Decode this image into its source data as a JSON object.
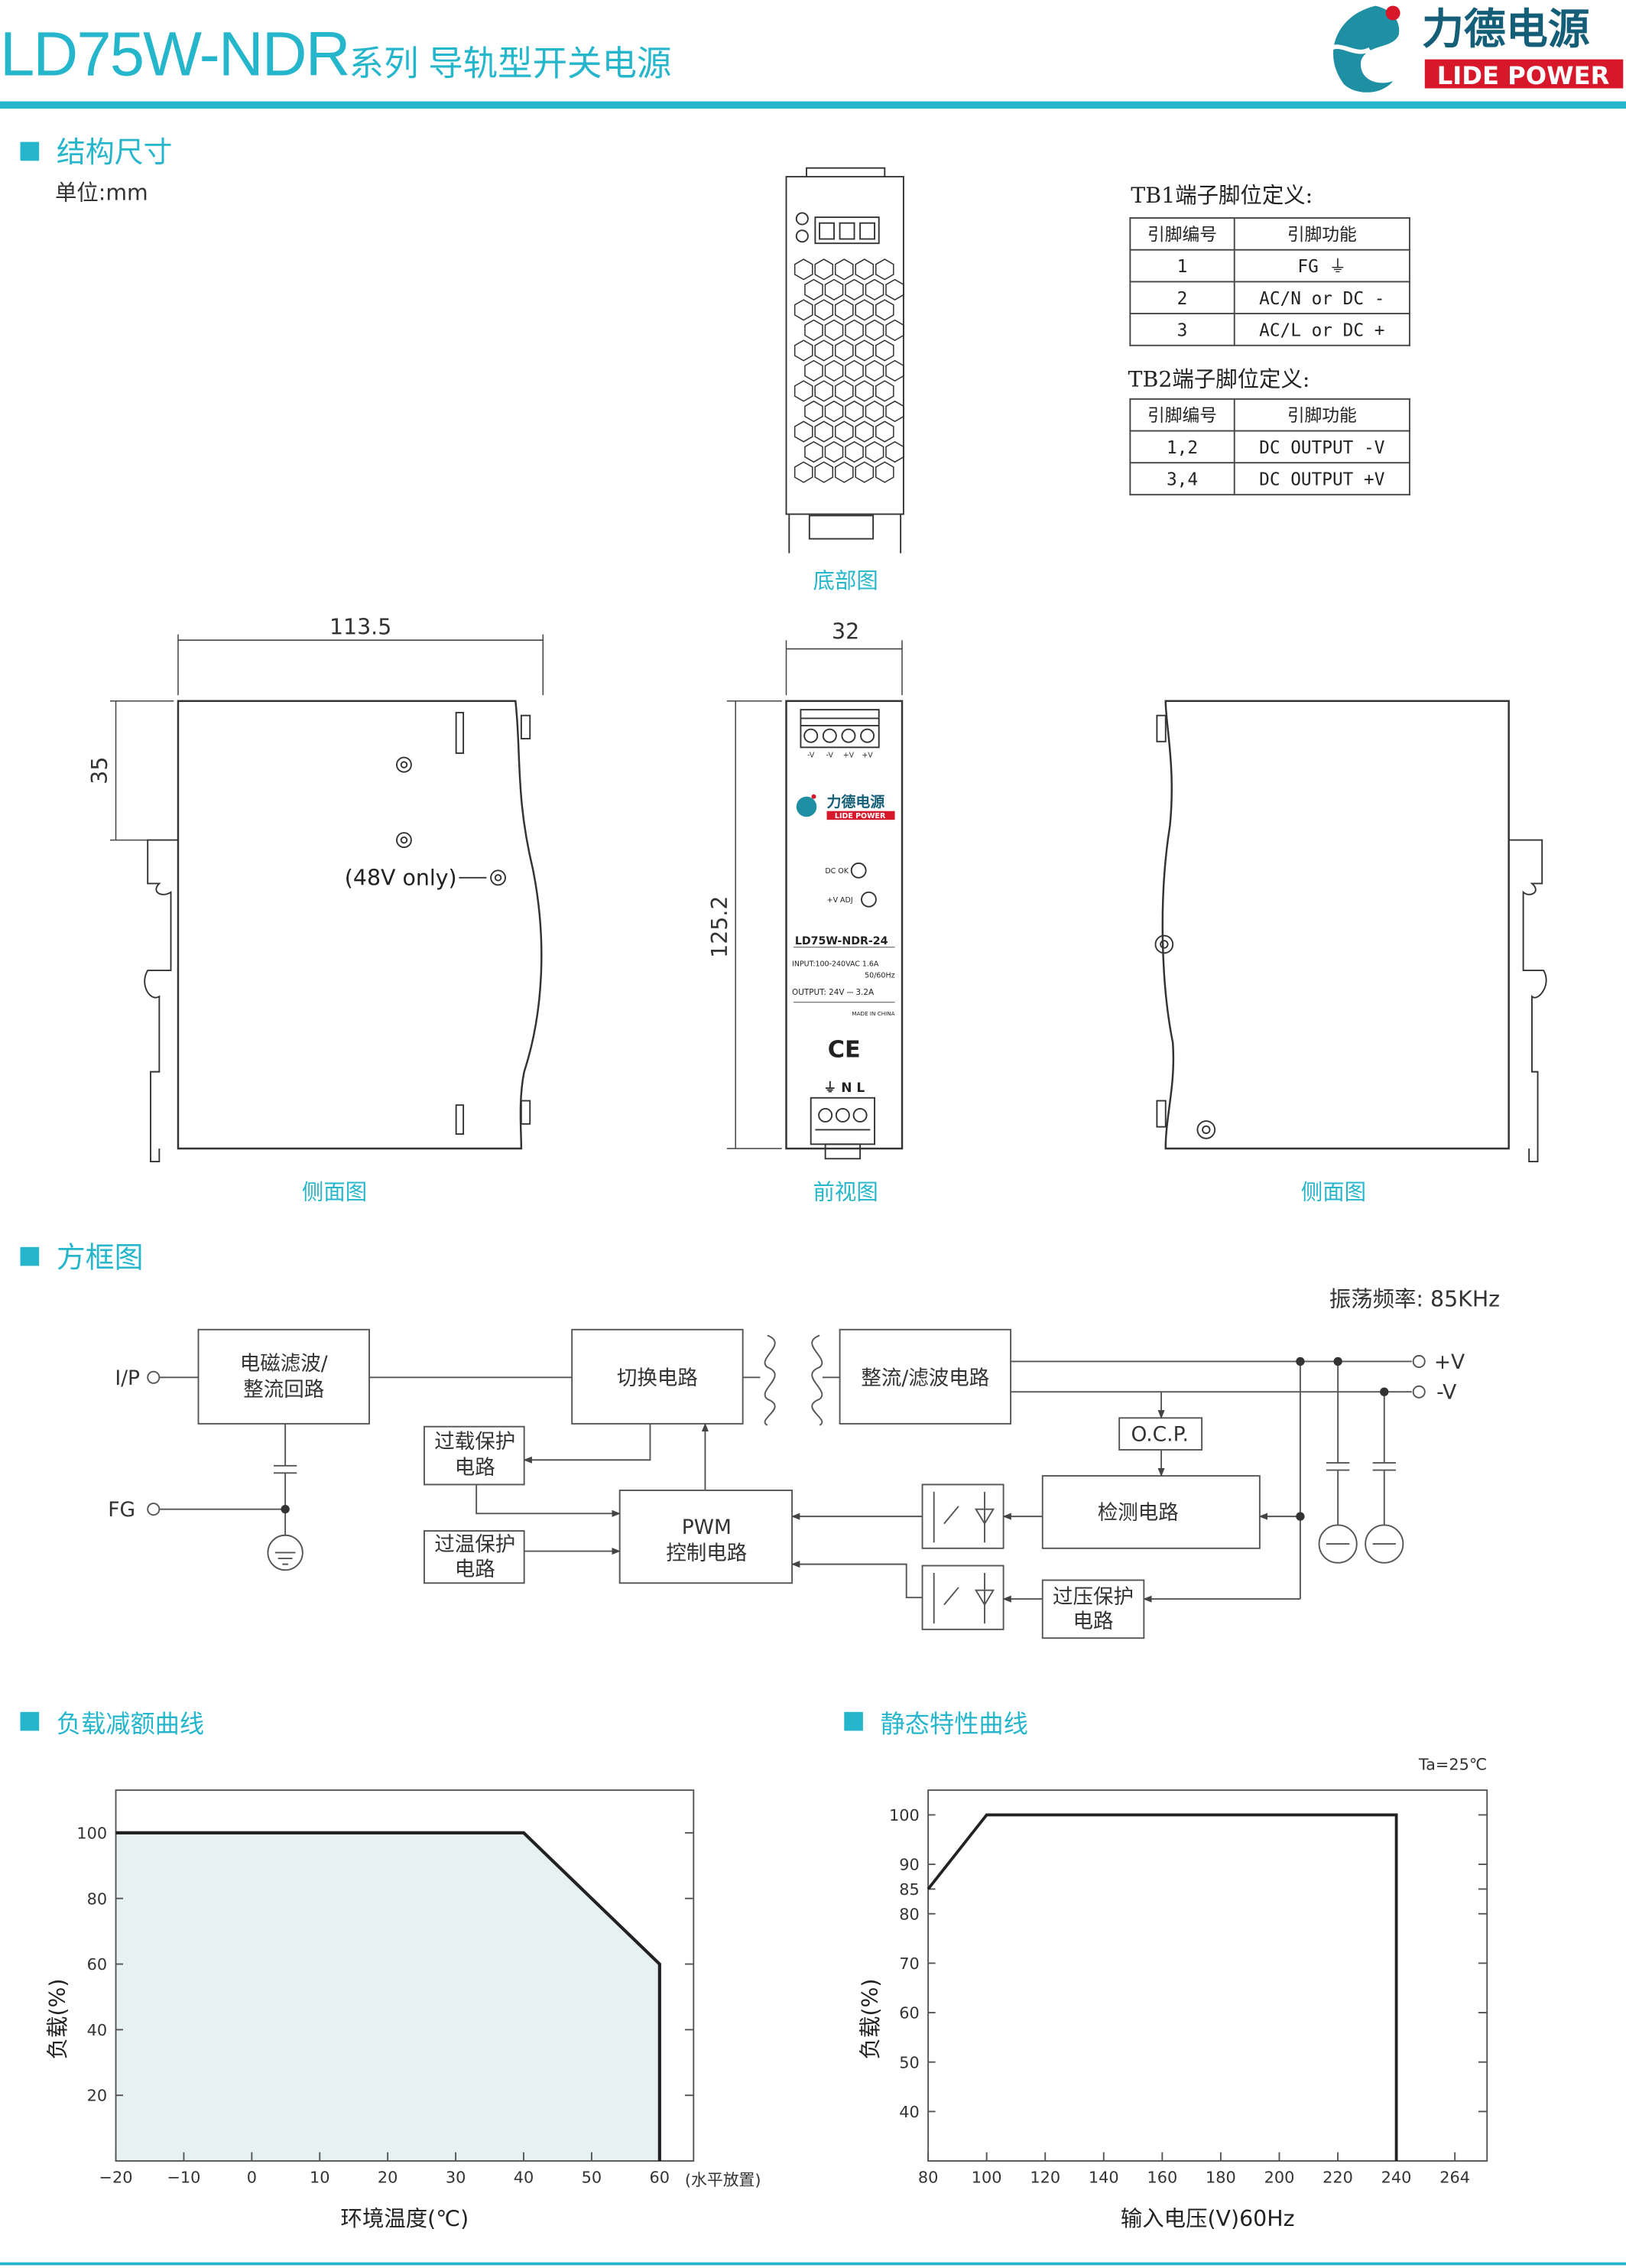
{
  "header": {
    "model": "LD75W-NDR",
    "subtitle": "系列 导轨型开关电源",
    "logo": {
      "cn": "力德电源",
      "en": "LIDE POWER"
    },
    "accent_color": "#26b6cc",
    "logo_red": "#d7182a"
  },
  "structure": {
    "section_title": "结构尺寸",
    "unit": "单位:mm",
    "bottom_view_label": "底部图",
    "side_view_label_left": "侧面图",
    "front_view_label": "前视图",
    "side_view_label_right": "侧面图",
    "dim_width": "113.5",
    "dim_depth": "32",
    "dim_rail": "35",
    "dim_height": "125.2",
    "note_48v": "(48V only)",
    "front_panel": {
      "output_terminals": [
        "-V",
        "-V",
        "+V",
        "+V"
      ],
      "logo_cn": "力德电源",
      "logo_en": "LIDE POWER",
      "dc_ok": "DC OK",
      "v_adj": "+V ADJ",
      "model": "LD75W-NDR-24",
      "input": "INPUT:100-240VAC  1.6A",
      "freq": "50/60Hz",
      "output": "OUTPUT:  24V ⎓ 3.2A",
      "made_in": "MADE IN CHINA",
      "ce": "CE",
      "input_terminals": "⏚ N L"
    }
  },
  "tb1": {
    "title": "TB1端子脚位定义:",
    "headers": [
      "引脚编号",
      "引脚功能"
    ],
    "rows": [
      [
        "1",
        "FG ⏚"
      ],
      [
        "2",
        "AC/N or DC -"
      ],
      [
        "3",
        "AC/L or DC +"
      ]
    ]
  },
  "tb2": {
    "title": "TB2端子脚位定义:",
    "headers": [
      "引脚编号",
      "引脚功能"
    ],
    "rows": [
      [
        "1,2",
        "DC OUTPUT -V"
      ],
      [
        "3,4",
        "DC OUTPUT +V"
      ]
    ]
  },
  "block": {
    "section_title": "方框图",
    "osc_freq": "振荡频率: 85KHz",
    "ip": "I/P",
    "fg": "FG",
    "emi_1": "电磁滤波/",
    "emi_2": "整流回路",
    "switch": "切换电路",
    "rect": "整流/滤波电路",
    "olp_1": "过载保护",
    "olp_2": "电路",
    "otp_1": "过温保护",
    "otp_2": "电路",
    "pwm_1": "PWM",
    "pwm_2": "控制电路",
    "ocp": "O.C.P.",
    "detect": "检测电路",
    "ovp_1": "过压保护",
    "ovp_2": "电路",
    "vplus": "+V",
    "vminus": "-V"
  },
  "chart_data": [
    {
      "type": "area",
      "title": "负载减额曲线",
      "xlabel": "环境温度(℃)",
      "xlabel_note": "(水平放置)",
      "ylabel": "负载(%)",
      "xlim": [
        -20,
        65
      ],
      "ylim": [
        0,
        113
      ],
      "xticks": [
        -20,
        -10,
        0,
        10,
        20,
        30,
        40,
        50,
        60
      ],
      "xtick_labels": [
        "−20",
        "−10",
        "0",
        "10",
        "20",
        "30",
        "40",
        "50",
        "60"
      ],
      "yticks": [
        20,
        40,
        60,
        80,
        100
      ],
      "x": [
        -20,
        40,
        60,
        60
      ],
      "y": [
        100,
        100,
        60,
        0
      ],
      "fill_color": "#e6f1f2",
      "grid": false
    },
    {
      "type": "line",
      "title": "静态特性曲线",
      "annotation": "Ta=25℃",
      "xlabel": "输入电压(V)60Hz",
      "ylabel": "负载(%)",
      "xlim": [
        80,
        271
      ],
      "ylim": [
        30,
        105
      ],
      "xticks": [
        80,
        100,
        120,
        140,
        160,
        180,
        200,
        220,
        240,
        260
      ],
      "xtick_labels": [
        "80",
        "100",
        "120",
        "140",
        "160",
        "180",
        "200",
        "220",
        "240",
        "264"
      ],
      "yticks": [
        40,
        50,
        60,
        70,
        80,
        85,
        90,
        100
      ],
      "x": [
        80,
        100,
        240,
        240
      ],
      "y": [
        85,
        100,
        100,
        30
      ],
      "grid": false
    }
  ]
}
